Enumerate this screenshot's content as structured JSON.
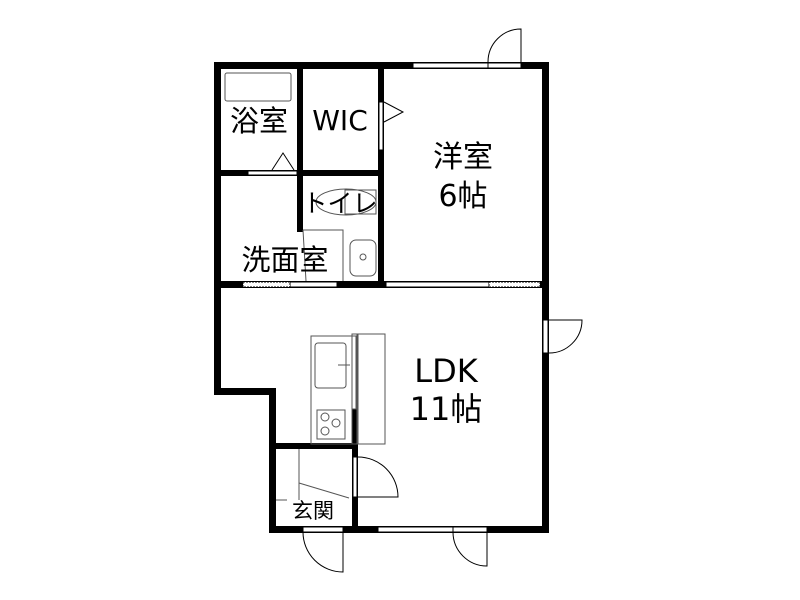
{
  "rooms": {
    "bath": "浴室",
    "wic": "WIC",
    "western": "洋室",
    "western_size": "6帖",
    "toilet": "トイレ",
    "washroom": "洗面室",
    "ldk": "LDK",
    "ldk_size": "11帖",
    "entrance": "玄関"
  },
  "colors": {
    "wall": "#000000",
    "fixture": "#888888"
  }
}
